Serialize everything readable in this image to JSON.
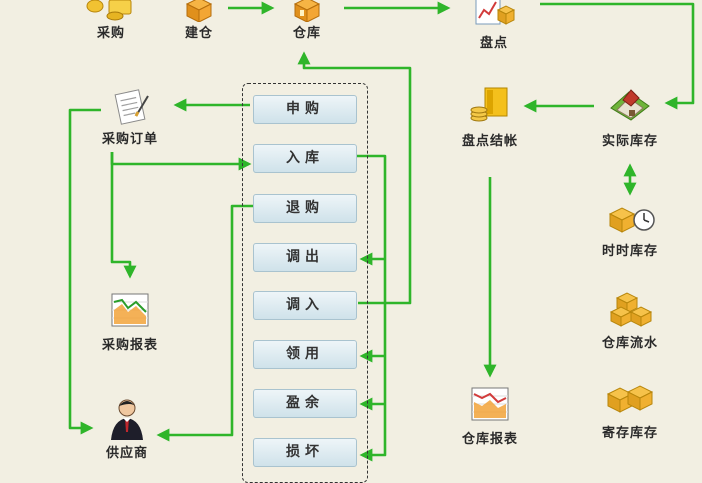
{
  "nodes": {
    "caigou": "采购",
    "jiancang": "建仓",
    "cangku": "仓库",
    "pandian": "盘点",
    "caigou_dingdan": "采购订单",
    "caigou_baobiao": "采购报表",
    "gongyingshang": "供应商",
    "pandian_jiezhang": "盘点结帐",
    "shiji_kucun": "实际库存",
    "shishi_kucun": "时时库存",
    "cangku_liushui": "仓库流水",
    "jicun_kucun": "寄存库存",
    "cangku_baobiao": "仓库报表"
  },
  "operations": [
    "申购",
    "入库",
    "退购",
    "调出",
    "调入",
    "领用",
    "盈余",
    "损坏"
  ],
  "colors": {
    "background": "#f2efe2",
    "arrow": "#2fb52a",
    "button_border": "#a9c3cf",
    "button_top": "#eef5f8",
    "button_bottom": "#cfe2ea"
  },
  "icons": {
    "caigou": "gold-coins-icon",
    "jiancang": "box-build-icon",
    "cangku": "warehouse-box-icon",
    "pandian": "stocktake-chart-icon",
    "caigou_dingdan": "order-document-icon",
    "caigou_baobiao": "report-chart-icon",
    "gongyingshang": "supplier-person-icon",
    "pandian_jiezhang": "ledger-folder-icon",
    "shiji_kucun": "warehouse-house-icon",
    "shishi_kucun": "boxes-clock-icon",
    "cangku_liushui": "box-stack-icon",
    "jicun_kucun": "open-boxes-icon",
    "cangku_baobiao": "report-chart-icon"
  }
}
